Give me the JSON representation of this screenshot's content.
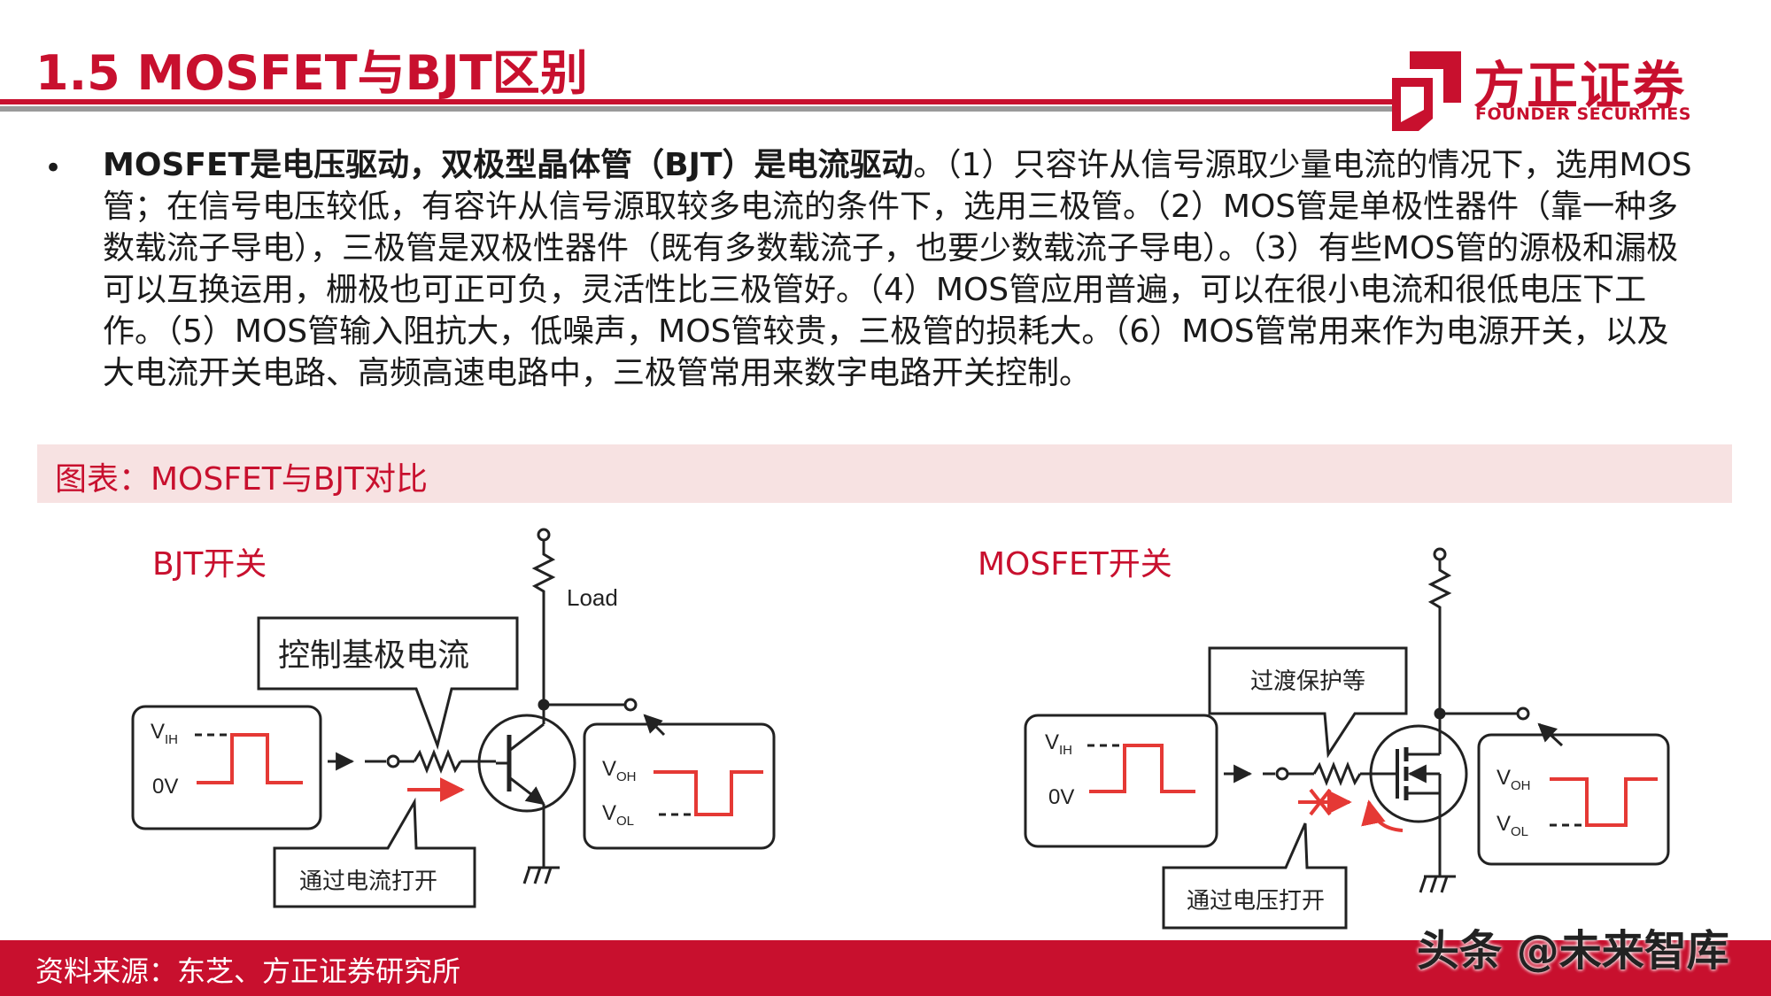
{
  "header": {
    "title": "1.5 MOSFET与BJT区别",
    "logo_cn": "方正证券",
    "logo_en": "FOUNDER SECURITIES"
  },
  "body": {
    "bullet": "•",
    "lead": "MOSFET是电压驱动，双极型晶体管（BJT）是电流驱动",
    "rest": "。（1）只容许从信号源取少量电流的情况下，选用MOS管；在信号电压较低，有容许从信号源取较多电流的条件下，选用三极管。（2）MOS管是单极性器件（靠一种多数载流子导电），三极管是双极性器件（既有多数载流子，也要少数载流子导电）。（3）有些MOS管的源极和漏极可以互换运用，栅极也可正可负，灵活性比三极管好。（4）MOS管应用普遍，可以在很小电流和很低电压下工作。（5）MOS管输入阻抗大，低噪声，MOS管较贵，三极管的损耗大。（6）MOS管常用来作为电源开关，以及大电流开关电路、高频高速电路中，三极管常用来数字电路开关控制。"
  },
  "caption": "图表：MOSFET与BJT对比",
  "bjt": {
    "title": "BJT开关",
    "load": "Load",
    "callout_top": "控制基极电流",
    "callout_bottom": "通过电流打开",
    "vih": "V",
    "vih_sub": "IH",
    "zero_v": "0V",
    "voh": "V",
    "voh_sub": "OH",
    "vol": "V",
    "vol_sub": "OL"
  },
  "mosfet": {
    "title": "MOSFET开关",
    "callout_top": "过渡保护等",
    "callout_bottom": "通过电压打开",
    "vih": "V",
    "vih_sub": "IH",
    "zero_v": "0V",
    "voh": "V",
    "voh_sub": "OH",
    "vol": "V",
    "vol_sub": "OL"
  },
  "footer": {
    "source": "资料来源：东芝、方正证券研究所",
    "watermark": "头条 @未来智库"
  },
  "colors": {
    "brand_red": "#c8102e",
    "caption_bg": "#f7e2e2",
    "line_gray": "#222222"
  }
}
